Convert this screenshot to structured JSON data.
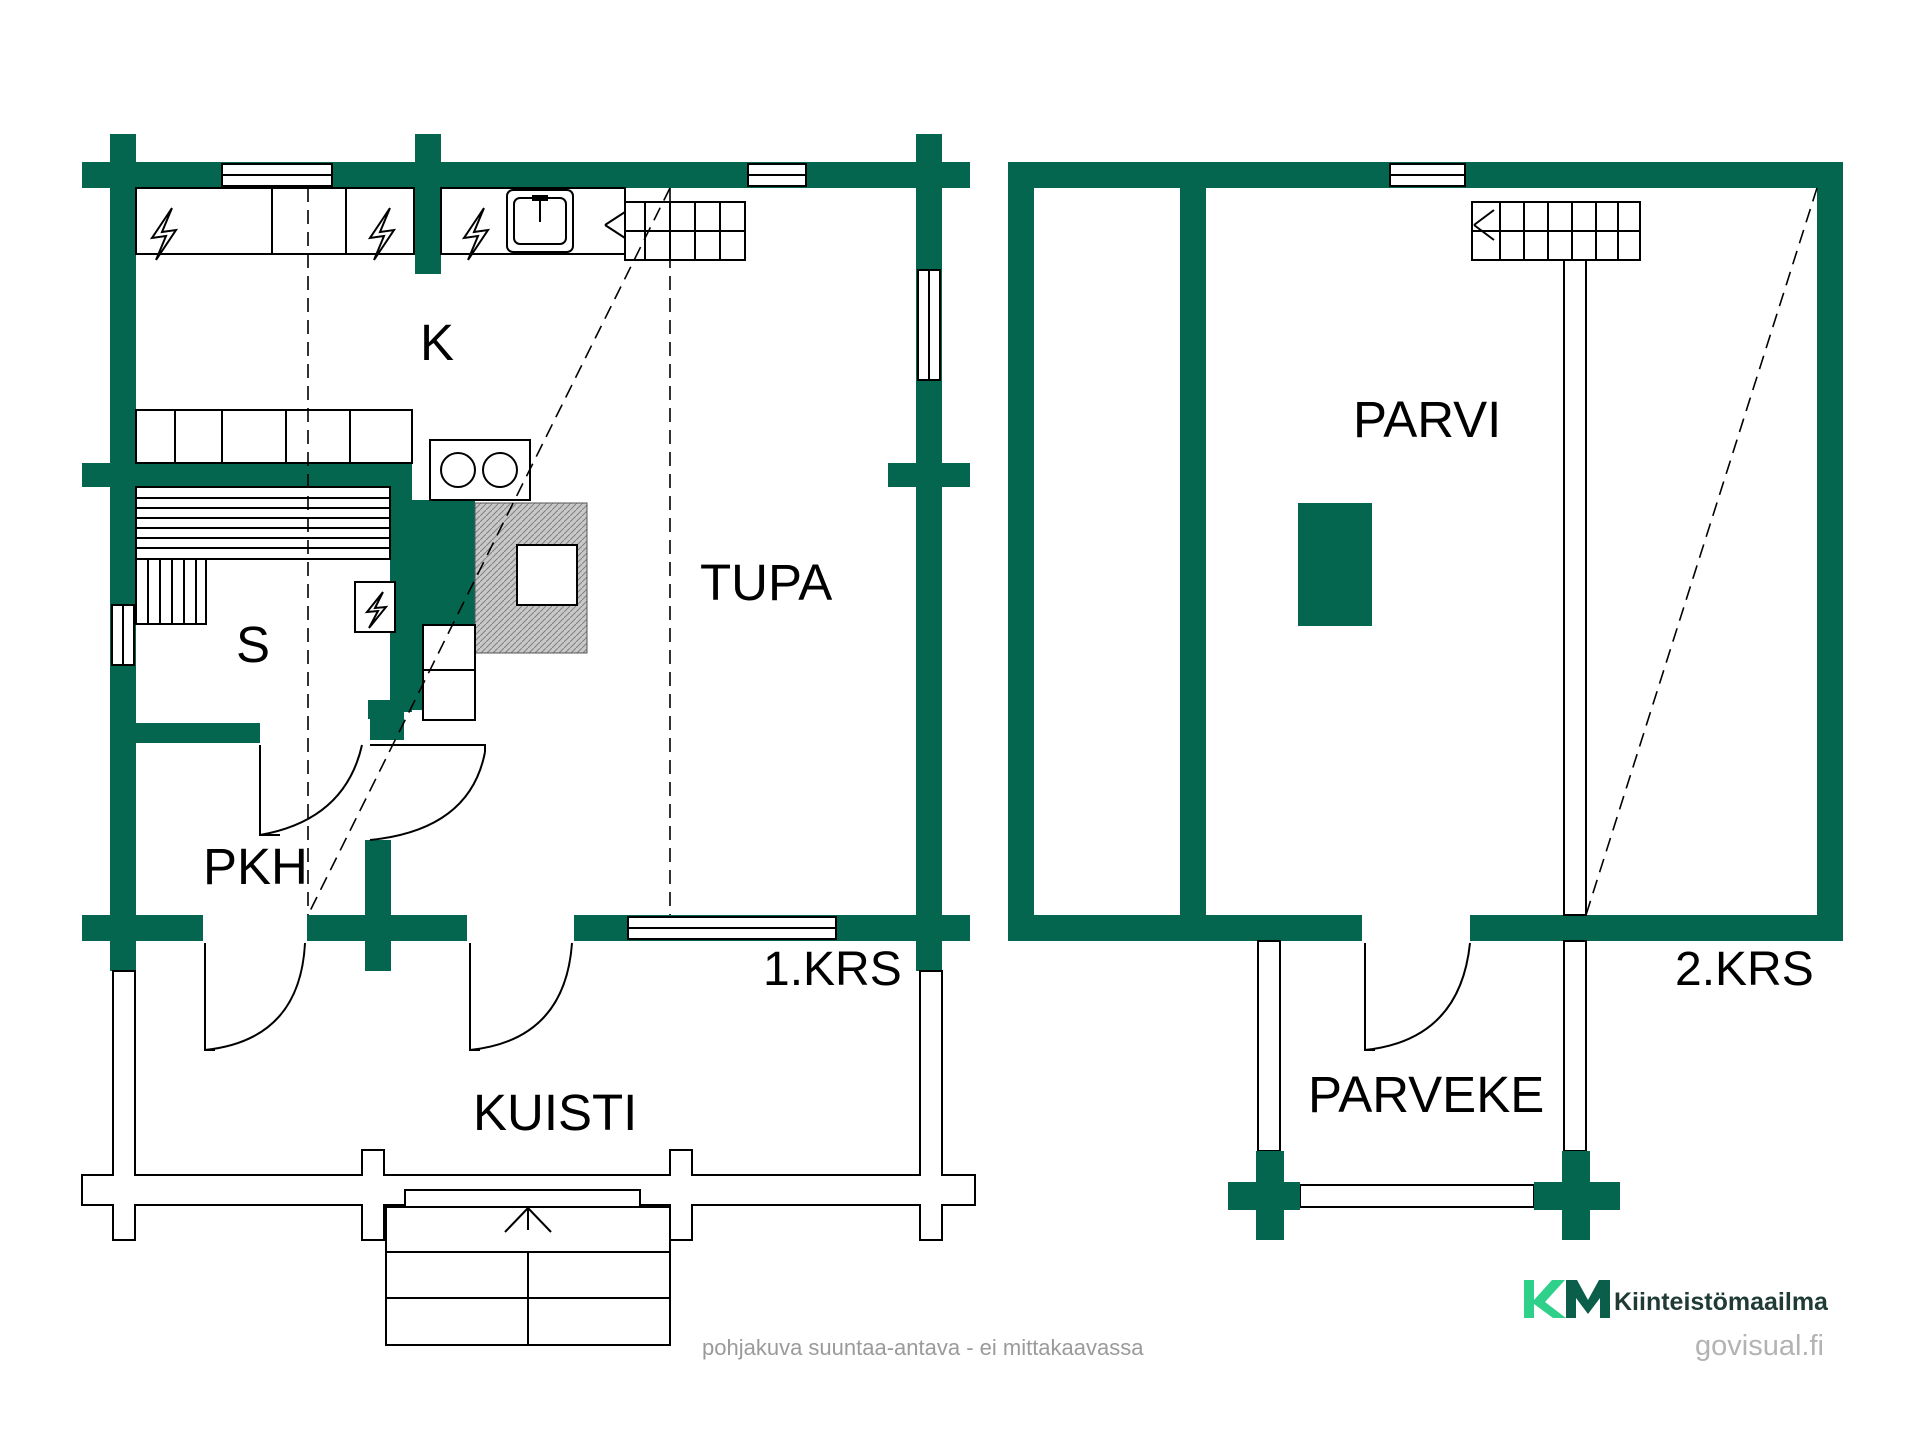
{
  "rooms": {
    "k": "K",
    "tupa": "TUPA",
    "s": "S",
    "pkh": "PKH",
    "kuisti": "KUISTI",
    "parvi": "PARVI",
    "parveke": "PARVEKE"
  },
  "floors": {
    "first": "1.KRS",
    "second": "2.KRS"
  },
  "caption": "pohjakuva suuntaa-antava - ei mittakaavassa",
  "brand": {
    "mark": "KM",
    "name": "Kiinteistömaailma",
    "credit": "govisual.fi",
    "colors": {
      "green": "#04664f",
      "mark_light": "#2fd08a",
      "mark_dark": "#0b5e49"
    }
  },
  "icons": [
    "electric-outlet-icon",
    "sink-icon",
    "stove-icon",
    "stairs-arrow-icon"
  ]
}
